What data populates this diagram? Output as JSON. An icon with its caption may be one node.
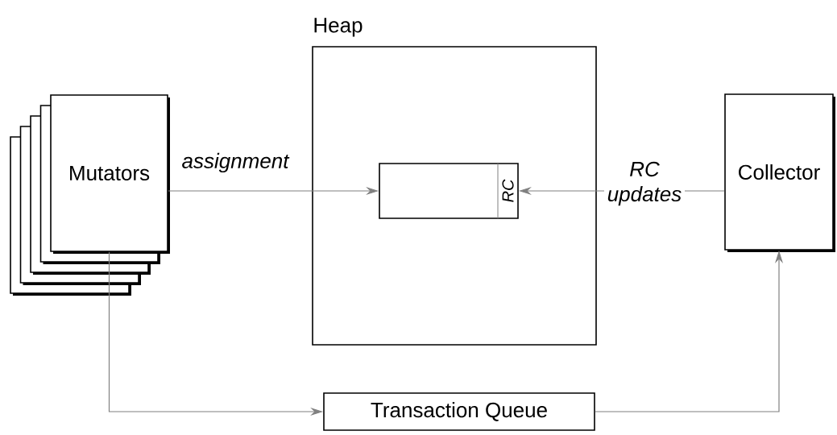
{
  "diagram": {
    "nodes": [
      {
        "text": [
          "Heap"
        ]
      },
      {
        "text": [
          "RC"
        ],
        "in": 0
      },
      {
        "text": [
          "Mutators"
        ]
      },
      {
        "text": [
          "Collector"
        ]
      },
      {
        "text": [
          "Transaction Queue"
        ]
      }
    ],
    "edges": [
      {
        "from": 2,
        "to": 1,
        "arrow": "to",
        "label": "assignment"
      },
      {
        "from": 3,
        "to": 1,
        "arrow": "to",
        "label": "RC updates"
      },
      {
        "from": 2,
        "to": 4,
        "arrow": "to"
      },
      {
        "from": 4,
        "to": 3,
        "arrow": "to"
      }
    ]
  }
}
